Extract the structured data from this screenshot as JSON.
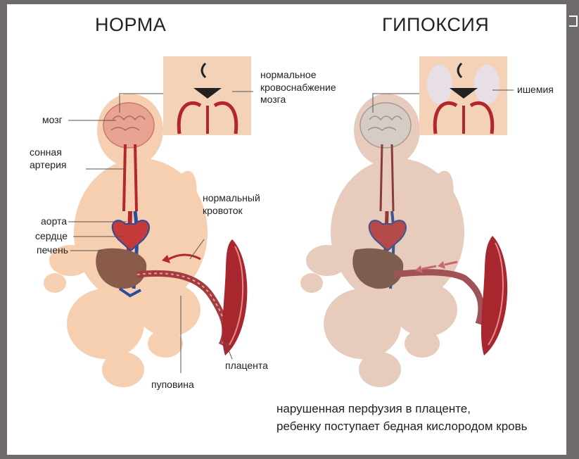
{
  "titles": {
    "norm": "НОРМА",
    "hypoxia": "ГИПОКСИЯ"
  },
  "labels": {
    "brain": "мозг",
    "carotid": "сонная\nартерия",
    "aorta": "аорта",
    "heart": "сердце",
    "liver": "печень",
    "normal_flow": "нормальный\nкровоток",
    "umbilical": "пуповина",
    "placenta": "плацента",
    "normal_supply": "нормальное\nкровоснабжение\nмозга",
    "ischemia": "ишемия"
  },
  "caption": "нарушенная перфузия в плаценте,\nребенку поступает бедная кислородом кровь",
  "colors": {
    "skin_norm": "#f6cfb0",
    "skin_hypoxia": "#e7cbbd",
    "artery": "#b3262b",
    "vein": "#2b4c9b",
    "placenta": "#a8262e",
    "liver": "#8a5a4a"
  }
}
